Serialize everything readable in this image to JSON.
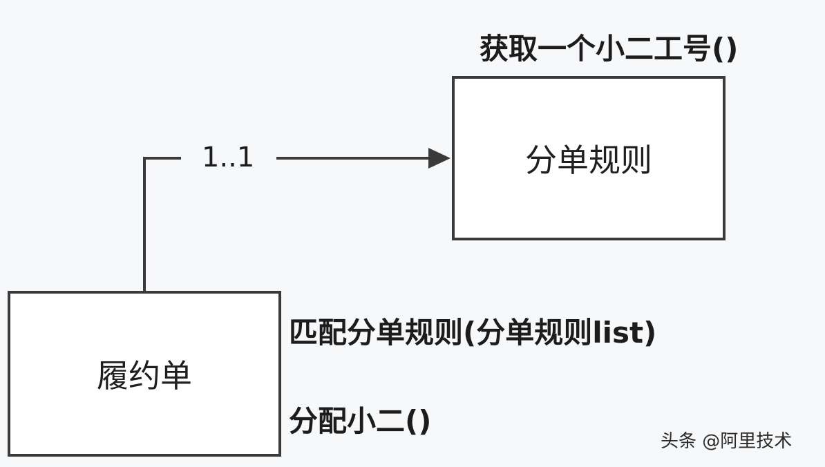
{
  "boxes": {
    "rule": {
      "label": "分单规则"
    },
    "order": {
      "label": "履约单"
    }
  },
  "methods": {
    "rule_method": "获取一个小二工号()",
    "order_method_1": "匹配分单规则(分单规则list)",
    "order_method_2": "分配小二()"
  },
  "association": {
    "multiplicity": "1..1"
  },
  "watermark": "头条 @阿里技术",
  "colors": {
    "line": "#3a3a3a",
    "text": "#1c1c1c",
    "background": "#f7f8fa"
  }
}
